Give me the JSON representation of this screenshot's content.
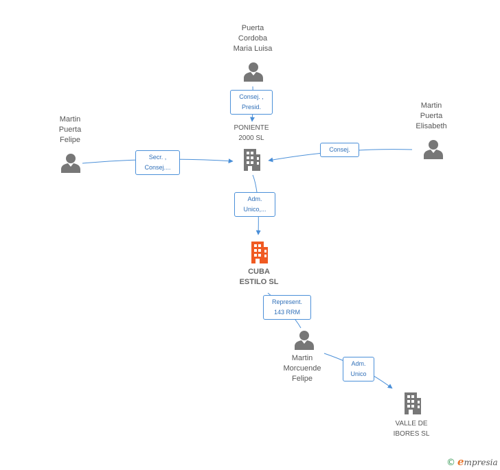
{
  "nodes": {
    "puerta_cordoba": {
      "lines": [
        "Puerta",
        "Cordoba",
        "Maria Luisa"
      ],
      "type": "person"
    },
    "martin_puerta_felipe": {
      "lines": [
        "Martin",
        "Puerta",
        "Felipe"
      ],
      "type": "person"
    },
    "martin_puerta_elisabeth": {
      "lines": [
        "Martin",
        "Puerta",
        "Elisabeth"
      ],
      "type": "person"
    },
    "poniente": {
      "lines": [
        "PONIENTE",
        "2000 SL"
      ],
      "type": "company"
    },
    "cuba": {
      "lines": [
        "CUBA",
        "ESTILO SL"
      ],
      "type": "focus-company"
    },
    "martin_morcuende": {
      "lines": [
        "Martin",
        "Morcuende",
        "Felipe"
      ],
      "type": "person"
    },
    "valle": {
      "lines": [
        "VALLE DE",
        "IBORES SL"
      ],
      "type": "company"
    }
  },
  "roles": {
    "cordoba_poniente": [
      "Consej. ,",
      "Presid."
    ],
    "felipe_poniente": [
      "Secr. ,",
      "Consej...."
    ],
    "elisabeth_poniente": [
      "Consej."
    ],
    "poniente_cuba": [
      "Adm.",
      "Unico,..."
    ],
    "cuba_morcuende": [
      "Represent.",
      "143 RRM"
    ],
    "morcuende_valle": [
      "Adm.",
      "Unico"
    ]
  },
  "brand": {
    "copyright": "©",
    "initial": "e",
    "name": "mpresia"
  },
  "colors": {
    "edge": "#4a8fd8",
    "icon": "#777777",
    "focus": "#f05a22"
  }
}
